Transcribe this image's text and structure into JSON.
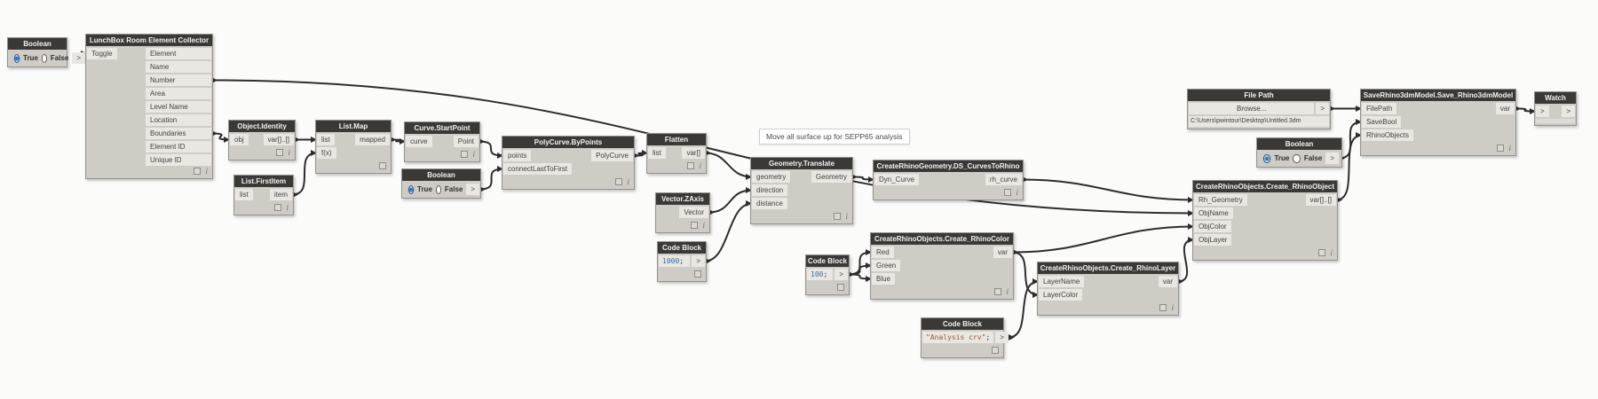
{
  "note": {
    "text": "Move all surface up for SEPP65 analysis"
  },
  "colors": {
    "wire": "#2e2d2c",
    "node_title_bg": "#3a3936",
    "node_body": "#cfccc5",
    "port_strip": "#e9e7e2",
    "number_literal": "#2e6db4",
    "string_literal": "#a0522d",
    "radio_selected": "#2f74c4"
  },
  "nodes": {
    "boolean_toggle": {
      "title": "Boolean",
      "options": {
        "true": "True",
        "false": "False"
      },
      "selected": "True",
      "out": ">"
    },
    "lunchbox_collector": {
      "title": "LunchBox Room Element Collector",
      "inputs": [
        "Toggle"
      ],
      "outputs": [
        "Element",
        "Name",
        "Number",
        "Area",
        "Level Name",
        "Location",
        "Boundaries",
        "Element ID",
        "Unique ID"
      ]
    },
    "object_identity": {
      "title": "Object.Identity",
      "inputs": [
        "obj"
      ],
      "outputs": [
        "var[]..[]"
      ]
    },
    "list_firstitem": {
      "title": "List.FirstItem",
      "inputs": [
        "list"
      ],
      "outputs": [
        "item"
      ]
    },
    "list_map": {
      "title": "List.Map",
      "inputs": [
        "list",
        "f(x)"
      ],
      "outputs": [
        "mapped"
      ]
    },
    "curve_startpoint": {
      "title": "Curve.StartPoint",
      "inputs": [
        "curve"
      ],
      "outputs": [
        "Point"
      ]
    },
    "boolean_connect": {
      "title": "Boolean",
      "options": {
        "true": "True",
        "false": "False"
      },
      "selected": "True",
      "out": ">"
    },
    "polycurve_bypoints": {
      "title": "PolyCurve.ByPoints",
      "inputs": [
        "points",
        "connectLastToFirst"
      ],
      "outputs": [
        "PolyCurve"
      ]
    },
    "flatten": {
      "title": "Flatten",
      "inputs": [
        "list"
      ],
      "outputs": [
        "var[]"
      ]
    },
    "vector_zaxis": {
      "title": "Vector.ZAxis",
      "outputs": [
        "Vector"
      ]
    },
    "codeblock_distance": {
      "title": "Code Block",
      "literal": "1000",
      "punct": ";",
      "out": ">"
    },
    "geometry_translate": {
      "title": "Geometry.Translate",
      "inputs": [
        "geometry",
        "direction",
        "distance"
      ],
      "outputs": [
        "Geometry"
      ]
    },
    "ds_curves_to_rhino": {
      "title": "CreateRhinoGeometry.DS_CurvesToRhino",
      "inputs": [
        "Dyn_Curve"
      ],
      "outputs": [
        "rh_curve"
      ]
    },
    "codeblock_rgb": {
      "title": "Code Block",
      "literal": "100",
      "punct": ";",
      "out": ">"
    },
    "create_rhinocolor": {
      "title": "CreateRhinoObjects.Create_RhinoColor",
      "inputs": [
        "Red",
        "Green",
        "Blue"
      ],
      "outputs": [
        "var"
      ]
    },
    "codeblock_layername": {
      "title": "Code Block",
      "literal": "\"Analysis crv\"",
      "punct": ";",
      "out": ">"
    },
    "create_rhinolayer": {
      "title": "CreateRhinoObjects.Create_RhinoLayer",
      "inputs": [
        "LayerName",
        "LayerColor"
      ],
      "outputs": [
        "var"
      ]
    },
    "create_rhinoobject": {
      "title": "CreateRhinoObjects.Create_RhinoObject",
      "inputs": [
        "Rh_Geometry",
        "ObjName",
        "ObjColor",
        "ObjLayer"
      ],
      "outputs": [
        "var[]..[]"
      ]
    },
    "file_path": {
      "title": "File Path",
      "browse_label": "Browse...",
      "path": "C:\\Users\\pwintour\\Desktop\\Untitled.3dm",
      "out": ">"
    },
    "boolean_save": {
      "title": "Boolean",
      "options": {
        "true": "True",
        "false": "False"
      },
      "selected": "True",
      "out": ">"
    },
    "save_rhino3dm": {
      "title": "SaveRhino3dmModel.Save_Rhino3dmModel",
      "inputs": [
        "FilePath",
        "SaveBool",
        "RhinoObjects"
      ],
      "outputs": [
        "var"
      ]
    },
    "watch": {
      "title": "Watch",
      "in": ">",
      "out": ">"
    }
  },
  "wires": [
    {
      "from": "boolean_toggle:out",
      "to": "lunchbox_collector:Toggle"
    },
    {
      "from": "lunchbox_collector:Boundaries",
      "to": "object_identity:obj"
    },
    {
      "from": "lunchbox_collector:Number",
      "to": "create_rhinoobject:ObjName"
    },
    {
      "from": "object_identity:var",
      "to": "list_map:list"
    },
    {
      "from": "list_firstitem:item",
      "to": "list_map:fx"
    },
    {
      "from": "list_map:mapped",
      "to": "curve_startpoint:curve"
    },
    {
      "from": "curve_startpoint:Point",
      "to": "polycurve_bypoints:points"
    },
    {
      "from": "boolean_connect:out",
      "to": "polycurve_bypoints:connectLastToFirst"
    },
    {
      "from": "polycurve_bypoints:PolyCurve",
      "to": "flatten:list"
    },
    {
      "from": "flatten:var",
      "to": "geometry_translate:geometry"
    },
    {
      "from": "vector_zaxis:Vector",
      "to": "geometry_translate:direction"
    },
    {
      "from": "codeblock_distance:out",
      "to": "geometry_translate:distance"
    },
    {
      "from": "geometry_translate:Geometry",
      "to": "ds_curves_to_rhino:Dyn_Curve"
    },
    {
      "from": "ds_curves_to_rhino:rh_curve",
      "to": "create_rhinoobject:Rh_Geometry"
    },
    {
      "from": "codeblock_rgb:out",
      "to": "create_rhinocolor:Red"
    },
    {
      "from": "codeblock_rgb:out",
      "to": "create_rhinocolor:Green"
    },
    {
      "from": "codeblock_rgb:out",
      "to": "create_rhinocolor:Blue"
    },
    {
      "from": "create_rhinocolor:var",
      "to": "create_rhinoobject:ObjColor"
    },
    {
      "from": "create_rhinocolor:var",
      "to": "create_rhinolayer:LayerColor"
    },
    {
      "from": "codeblock_layername:out",
      "to": "create_rhinolayer:LayerName"
    },
    {
      "from": "create_rhinolayer:var",
      "to": "create_rhinoobject:ObjLayer"
    },
    {
      "from": "create_rhinoobject:var",
      "to": "save_rhino3dm:RhinoObjects"
    },
    {
      "from": "file_path:out",
      "to": "save_rhino3dm:FilePath"
    },
    {
      "from": "boolean_save:out",
      "to": "save_rhino3dm:SaveBool"
    },
    {
      "from": "save_rhino3dm:var",
      "to": "watch:in"
    }
  ]
}
